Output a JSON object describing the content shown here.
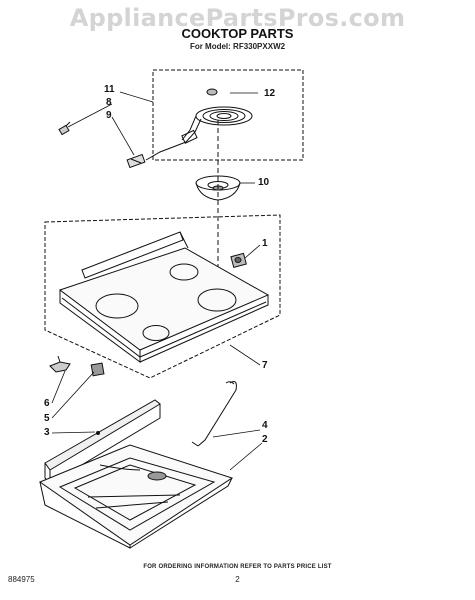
{
  "header": {
    "watermark": "AppliancePartsPros.com",
    "title": "COOKTOP PARTS",
    "model_line": "For Model: RF330PXXW2"
  },
  "callouts": {
    "c1": "1",
    "c2": "2",
    "c3": "3",
    "c4": "4",
    "c5": "5",
    "c6": "6",
    "c7": "7",
    "c8": "8",
    "c9": "9",
    "c10": "10",
    "c11": "11",
    "c12": "12"
  },
  "footer": {
    "code": "884975",
    "note": "FOR ORDERING INFORMATION REFER TO PARTS PRICE LIST",
    "page": "2"
  }
}
